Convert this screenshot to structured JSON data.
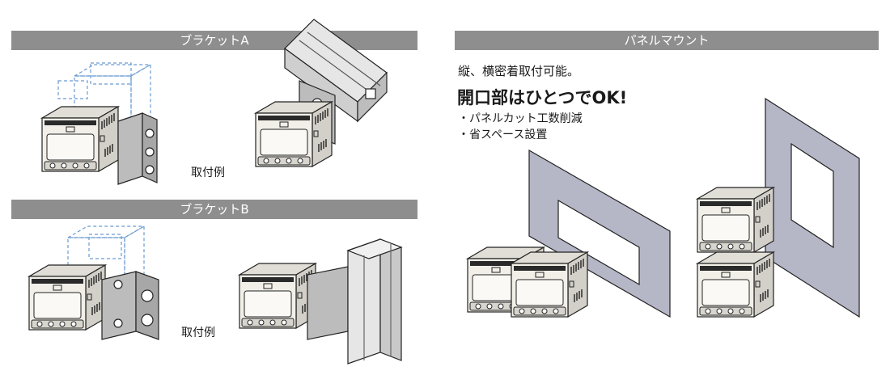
{
  "bracket_a": {
    "title": "ブラケットA",
    "example_label": "取付例"
  },
  "bracket_b": {
    "title": "ブラケットB",
    "example_label": "取付例"
  },
  "panel_mount": {
    "title": "パネルマウント",
    "line1": "縦、横密着取付可能。",
    "headline": "開口部はひとつでOK!",
    "bullets": [
      "・パネルカット工数削減",
      "・省スペース設置"
    ]
  },
  "colors": {
    "bar": "#8e8e8e",
    "device": "#f1efe8",
    "bracket": "#bcbcbc",
    "panel": "#b5b7c7",
    "ghost": "#6a9bd0"
  }
}
